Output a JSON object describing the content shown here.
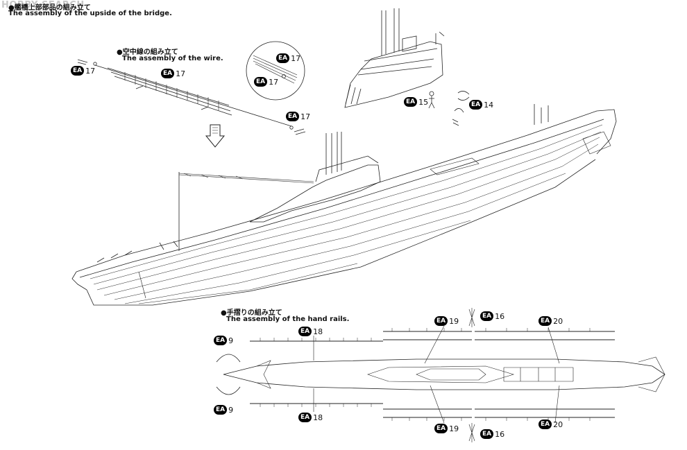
{
  "watermark": "HOBBY SEARCH",
  "bridge_section": {
    "title_jp": "●艦橋上部部品の組み立て",
    "title_en": "The assembly of the upside of the bridge."
  },
  "wire_section": {
    "title_jp": "●空中線の組み立て",
    "title_en": "The assembly of the wire."
  },
  "handrail_section": {
    "title_jp": "●手摺りの組み立て",
    "title_en": "The assembly of the hand rails."
  },
  "part_prefix": "EA",
  "callouts": {
    "wire_left": "17",
    "wire_mid": "17",
    "wire_right": "17",
    "zoom_top": "17",
    "zoom_bottom": "17",
    "bridge_15": "15",
    "bridge_14": "14",
    "rail_9_top": "9",
    "rail_9_bottom": "9",
    "rail_18_top": "18",
    "rail_18_bottom": "18",
    "rail_19_top": "19",
    "rail_19_bottom": "19",
    "rail_16_top": "16",
    "rail_16_bottom": "16",
    "rail_20_top": "20",
    "rail_20_bottom": "20"
  }
}
